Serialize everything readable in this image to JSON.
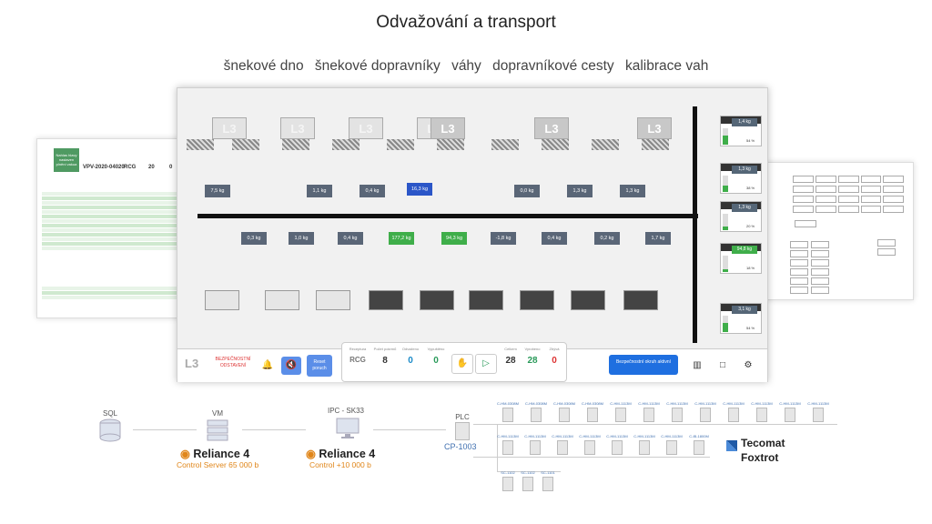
{
  "title": "Odvažování  a transport",
  "menu": [
    "šnekové dno",
    "šnekové dopravníky",
    "váhy",
    "dopravníkové cesty",
    "kalibrace vah"
  ],
  "left_panel": {
    "green_box": "Nahlas hlavy nastaven plnění vakua",
    "code_label": "VPV-2020-04020",
    "code_value": "RCG",
    "counts": [
      "20",
      "0"
    ]
  },
  "hmi": {
    "l3_marker": "L3",
    "top_scales": [
      "7,5 kg",
      "1,1 kg",
      "0,4 kg",
      "16,3 kg",
      "0,0 kg",
      "1,3 kg",
      "1,3 kg"
    ],
    "bottom_scales": [
      "0,3 kg",
      "1,0 kg",
      "0,4 kg",
      "177,2 kg",
      "94,3 kg",
      "-1,8 kg",
      "0,4 kg",
      "0,2 kg",
      "1,7 kg"
    ],
    "right_units": [
      "1,4 kg",
      "1,3 kg",
      "1,3 kg",
      "94,8 kg",
      "3,1 kg"
    ],
    "right_percent": [
      "54 %",
      "38 %",
      "20 %",
      "18 %",
      "54 %"
    ],
    "safety_text": "BEZPEČNOSTNÍ ODSTAVENÍ",
    "reset_button": "Reset poruch",
    "counters": {
      "labels": [
        "Receptura",
        "Počet pokrmů",
        "Odvaženo",
        "Vypuštěno",
        "Celkem",
        "Vyrobeno",
        "Zbývá"
      ],
      "recipe": "RCG",
      "values": [
        "8",
        "0",
        "0",
        "28",
        "28",
        "0"
      ]
    },
    "safe_button": "Bezpečnostní okruh aktivní"
  },
  "network": {
    "sql": "SQL",
    "vm": "VM",
    "ipc": "IPC - SK33",
    "plc": "PLC",
    "plc_model": "CP-1003",
    "reliance_server": "Reliance 4",
    "reliance_server_sub": "Control Server 65 000 b",
    "reliance_control": "Reliance 4",
    "reliance_control_sub": "Control  +10 000 b",
    "tecomat": "Tecomat",
    "foxtrot": "Foxtrot",
    "modules_top": [
      "C-HM-0308M",
      "C-HM-0308M",
      "C-HM-0308M",
      "C-HM-0308M",
      "C-HM-1113M",
      "C-HM-1113M",
      "C-HM-1113M",
      "C-HM-1113M",
      "C-HM-1113M",
      "C-HM-1113M",
      "C-HM-1113M",
      "C-HM-1113M"
    ],
    "modules_mid": [
      "C-HM-1113M",
      "C-HM-1113M",
      "C-HM-1113M",
      "C-HM-1113M",
      "C-HM-1113M",
      "C-HM-1113M",
      "C-HM-1113M",
      "C-IB-1800M"
    ],
    "modules_low": [
      "SC-1102",
      "SC-1102",
      "SC-1101"
    ]
  }
}
